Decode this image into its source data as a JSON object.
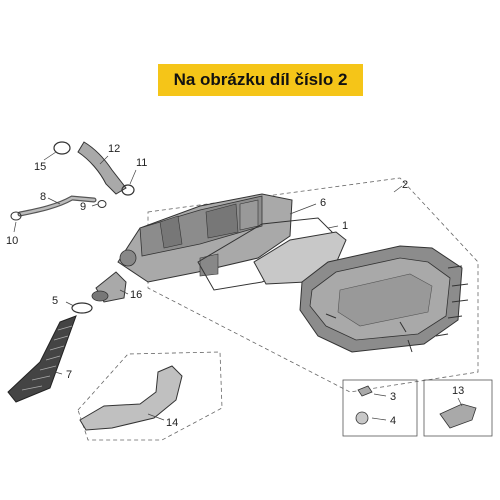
{
  "banner": {
    "text": "Na obrázku díl číslo 2"
  },
  "callouts": {
    "c1": "1",
    "c2": "2",
    "c3": "3",
    "c4": "4",
    "c5": "5",
    "c6": "6",
    "c7": "7",
    "c8": "8",
    "c9": "9",
    "c10": "10",
    "c11": "11",
    "c12": "12",
    "c13": "13",
    "c14": "14",
    "c15": "15",
    "c16": "16"
  },
  "colors": {
    "banner": "#f5c518",
    "part_fill": "#a9a9a9",
    "part_dark": "#777777",
    "line": "#333333"
  }
}
